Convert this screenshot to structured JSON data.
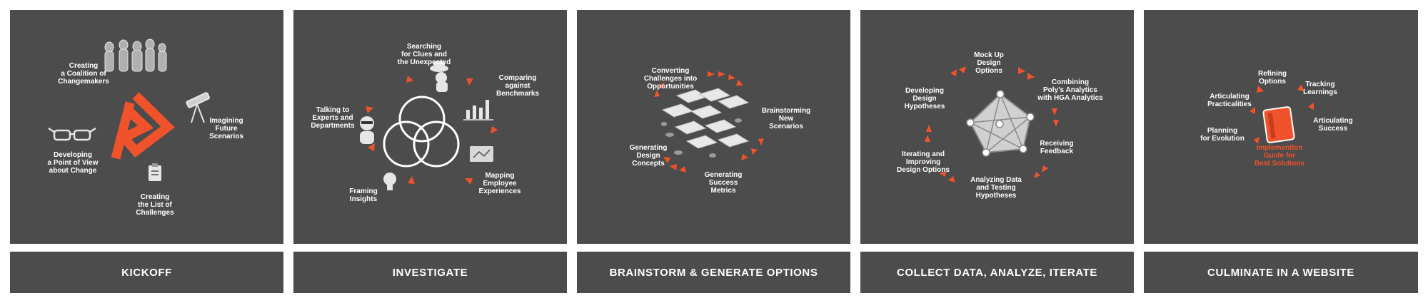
{
  "accent_color": "#f0532b",
  "panel_color": "#4c4c4c",
  "stages": [
    {
      "title": "KICKOFF",
      "labels": [
        "Creating\na Coalition of\nChangemakers",
        "Imagining\nFuture\nScenarios",
        "Developing\na Point of View\nabout Change",
        "Creating\nthe List of\nChallenges"
      ]
    },
    {
      "title": "INVESTIGATE",
      "labels": [
        "Searching\nfor Clues and\nthe Unexpected",
        "Comparing\nagainst\nBenchmarks",
        "Talking to\nExperts and\nDepartments",
        "Mapping\nEmployee\nExperiences",
        "Framing\nInsights"
      ]
    },
    {
      "title": "BRAINSTORM & GENERATE OPTIONS",
      "labels": [
        "Converting\nChallenges into\nOpportunities",
        "Brainstorming\nNew\nScenarios",
        "Generating\nDesign\nConcepts",
        "Generating\nSuccess\nMetrics"
      ]
    },
    {
      "title": "COLLECT DATA, ANALYZE, ITERATE",
      "labels": [
        "Mock Up\nDesign\nOptions",
        "Combining\nPoly’s Analytics\nwith HGA Analytics",
        "Developing\nDesign\nHypotheses",
        "Receiving\nFeedback",
        "Iterating and\nImproving\nDesign Options",
        "Analyzing Data\nand Testing\nHypotheses"
      ]
    },
    {
      "title": "CULMINATE IN A WEBSITE",
      "labels": [
        "Refining\nOptions",
        "Tracking\nLearnings",
        "Articulating\nPracticalities",
        "Articulating\nSuccess",
        "Planning\nfor Evolution",
        "Implemention\nGuide for\nBest Solutions"
      ]
    }
  ]
}
